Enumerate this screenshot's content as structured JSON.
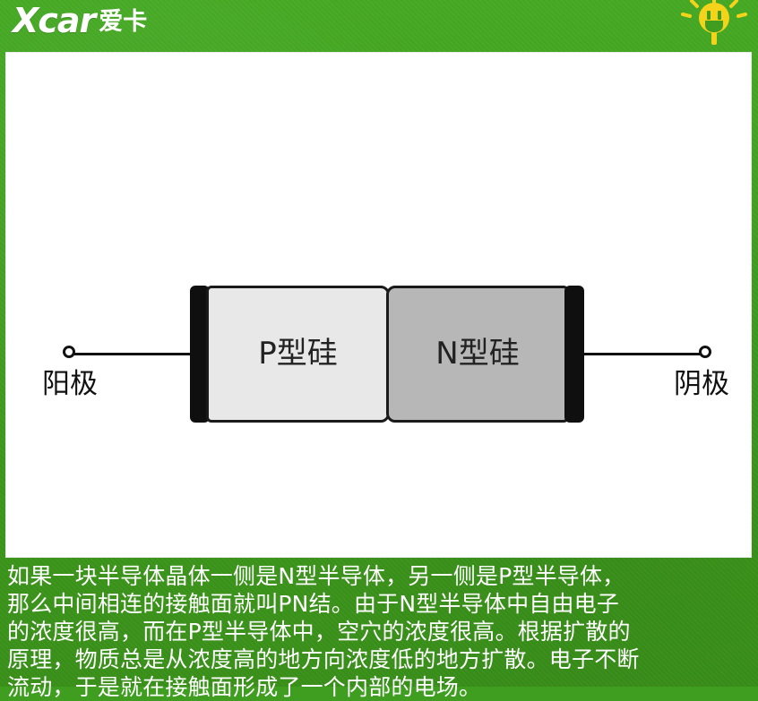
{
  "header": {
    "logo_mark": "Xcar",
    "logo_cn": "爱卡",
    "icon": "plug-icon"
  },
  "diagram": {
    "anode_label": "阳极",
    "cathode_label": "阴极",
    "p_label": "P型硅",
    "n_label": "N型硅"
  },
  "body_text": {
    "line1": "如果一块半导体晶体一侧是N型半导体，另一侧是P型半导体，",
    "line2": "那么中间相连的接触面就叫PN结。由于N型半导体中自由电子",
    "line3": "的浓度很高，而在P型半导体中，空穴的浓度很高。根据扩散的",
    "line4": "原理，物质总是从浓度高的地方向浓度低的地方扩散。电子不断",
    "line5": "流动，于是就在接触面形成了一个内部的电场。"
  },
  "colors": {
    "background": "#3f9d20",
    "panel": "#ffffff",
    "p_region": "#e8e8e8",
    "n_region": "#b7b7b7",
    "dark": "#111111",
    "accent": "#f5d31b"
  }
}
